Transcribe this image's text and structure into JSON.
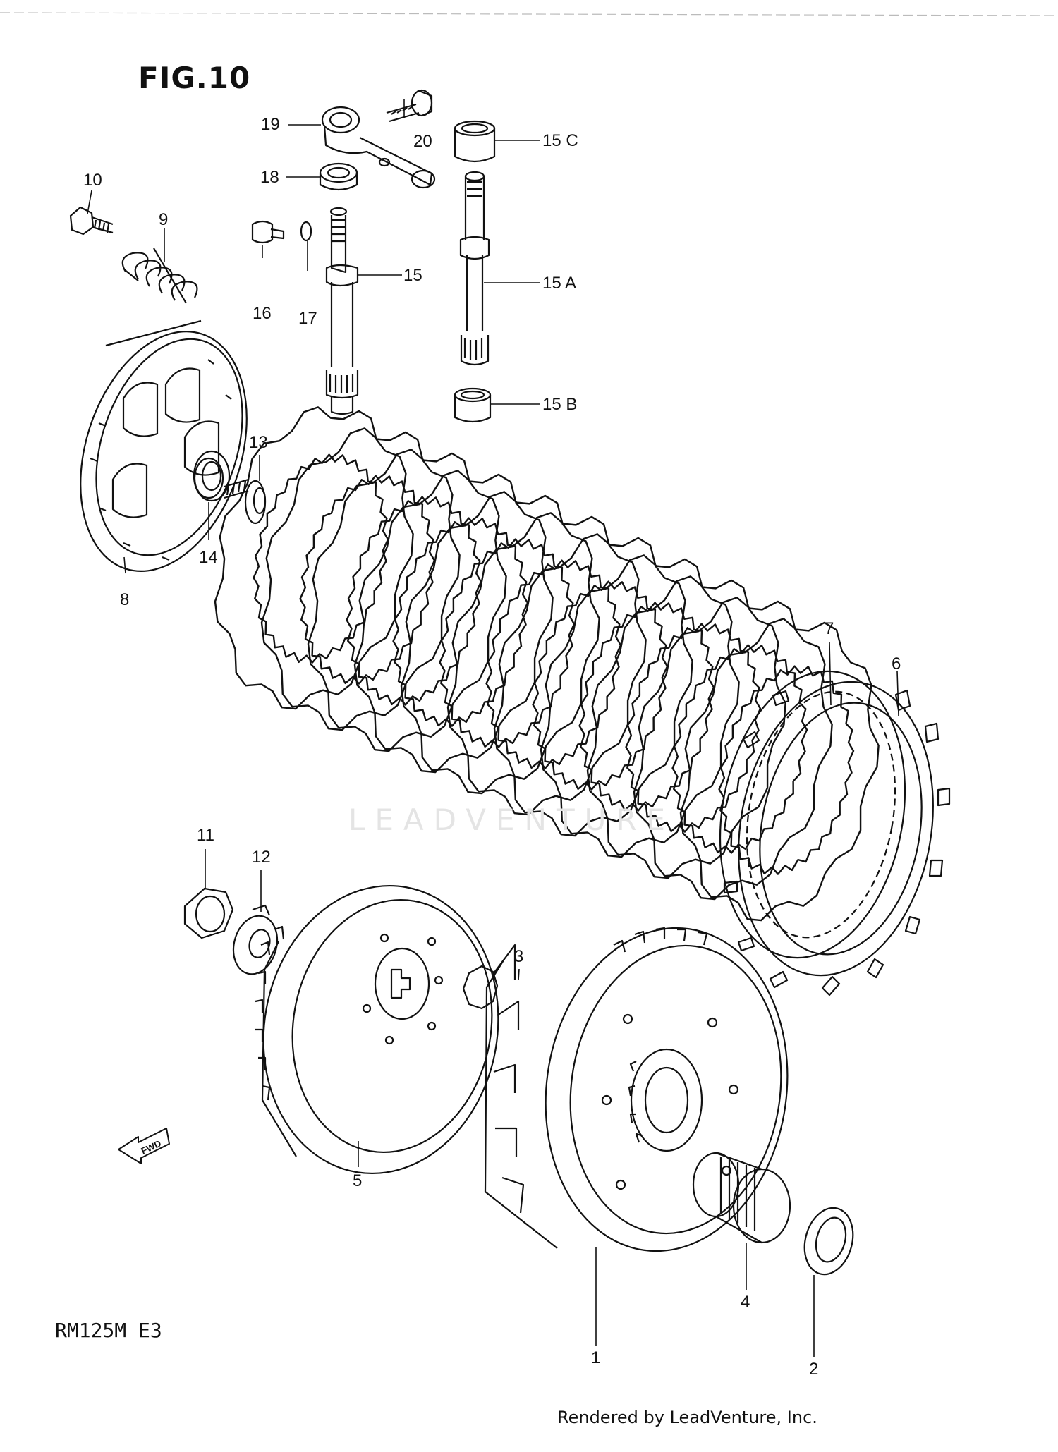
{
  "figure": {
    "title": "FIG.10",
    "model": "RM125M E3",
    "credit": "Rendered by LeadVenture, Inc.",
    "watermark": "LEADVENTURE"
  },
  "fwd_label": "FWD",
  "callouts": [
    "1",
    "2",
    "3",
    "4",
    "5",
    "6",
    "7",
    "8",
    "9",
    "10",
    "11",
    "12",
    "13",
    "14",
    "15",
    "15 A",
    "15 B",
    "15 C",
    "16",
    "17",
    "18",
    "19",
    "20"
  ]
}
